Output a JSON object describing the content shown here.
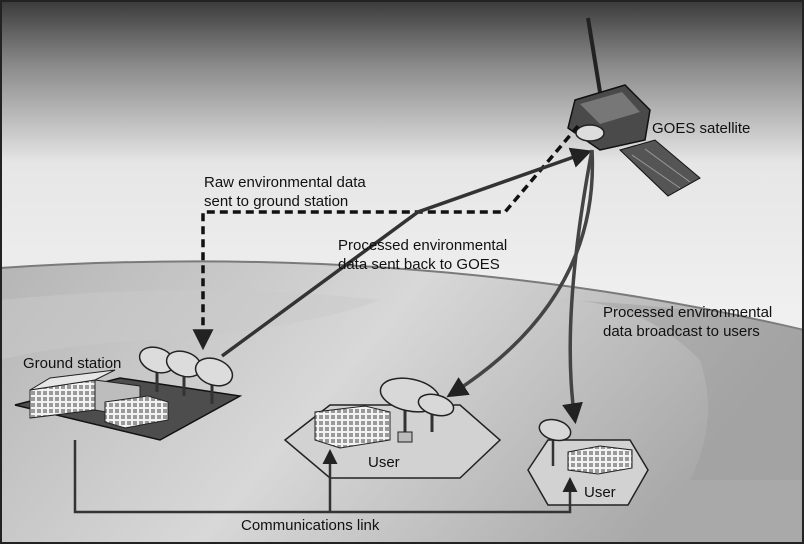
{
  "labels": {
    "satellite": "GOES satellite",
    "raw_data_line1": "Raw environmental data",
    "raw_data_line2": "sent to ground station",
    "processed_back_line1": "Processed environmental",
    "processed_back_line2": "data sent back to GOES",
    "broadcast_line1": "Processed environmental",
    "broadcast_line2": "data broadcast to users",
    "ground_station": "Ground station",
    "user_center": "User",
    "user_right": "User",
    "comms_link": "Communications link"
  }
}
